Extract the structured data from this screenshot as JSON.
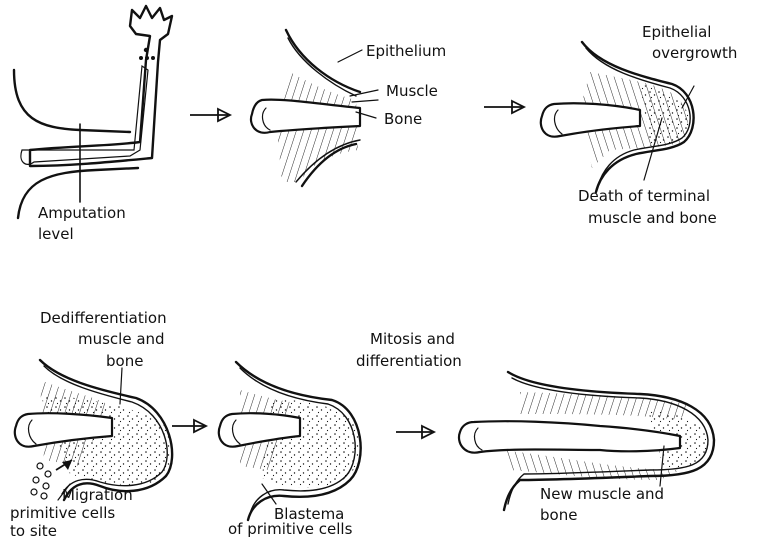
{
  "labels": {
    "amputation_level": [
      "Amputation",
      "level"
    ],
    "epithelium": "Epithelium",
    "muscle": "Muscle",
    "bone": "Bone",
    "epithelial_overgrowth": [
      "Epithelial",
      "overgrowth"
    ],
    "death_terminal": [
      "Death of terminal",
      "muscle and bone"
    ],
    "dedifferentiation": [
      "Dedifferentiation",
      "muscle and",
      "bone"
    ],
    "migration": [
      "Migration",
      "primitive cells",
      "to site"
    ],
    "blastema": [
      "Blastema",
      "of primitive cells"
    ],
    "mitosis": [
      "Mitosis and",
      "differentiation"
    ],
    "new_muscle_bone": [
      "New muscle and",
      "bone"
    ]
  }
}
